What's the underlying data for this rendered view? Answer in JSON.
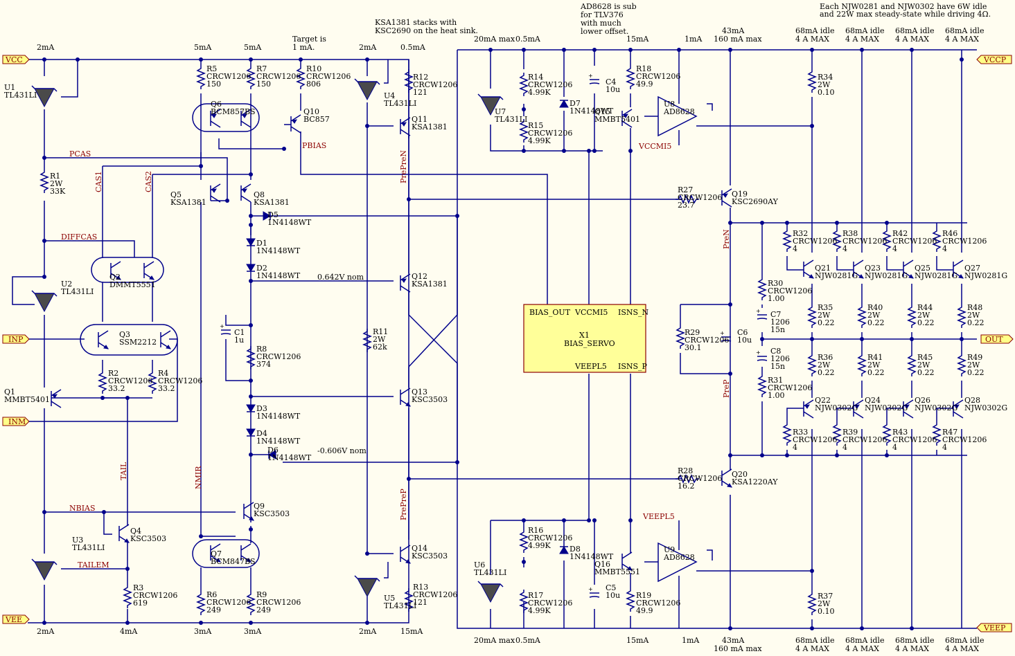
{
  "ports": {
    "vcc": "VCC",
    "vee": "VEE",
    "inp": "INP",
    "inm": "INM",
    "vccp": "VCCP",
    "veep": "VEEP",
    "out": "OUT"
  },
  "notes": {
    "ksa1381": "KSA1381 stacks with",
    "ksa1381b": "KSC2690 on the heat sink.",
    "target": "Target is",
    "target2": "1 mA.",
    "ad8628a": "AD8628 is sub",
    "ad8628b": "for TLV376",
    "ad8628c": "with much",
    "ad8628d": "lower offset.",
    "njw1": "Each NJW0281 and NJW0302 have 6W idle",
    "njw2": "and 22W max steady-state while driving 4Ω.",
    "v642": "0.642V nom",
    "v606": "-0.606V nom"
  },
  "currents": {
    "c2mA": "2mA",
    "c5mA": "5mA",
    "c05mA": "0.5mA",
    "c20max": "20mA max",
    "c15mA": "15mA",
    "c1mA": "1mA",
    "c43mA": "43mA",
    "c160": "160 mA max",
    "c68": "68mA idle",
    "c4A": "4 A MAX",
    "c4mA": "4mA",
    "c3mA": "3mA"
  },
  "nets": {
    "pcas": "PCAS",
    "cas1": "CAS1",
    "cas2": "CAS2",
    "diffcas": "DIFFCAS",
    "pbias": "PBIAS",
    "nbias": "NBIAS",
    "tailem": "TAILEM",
    "tail": "TAIL",
    "nmir": "NMIR",
    "preprep": "PrePreP",
    "prepren": "PrePreN",
    "pren": "PreN",
    "prep": "PreP",
    "vccmi5": "VCCMI5",
    "veepl5": "VEEPL5"
  },
  "block": {
    "ref": "X1",
    "name": "BIAS_SERVO",
    "p1": "BIAS_OUT",
    "p2": "VCCMI5",
    "p3": "ISNS_N",
    "p4": "VEEPL5",
    "p5": "ISNS_P"
  },
  "parts": {
    "U1": [
      "U1",
      "TL431LI"
    ],
    "U2": [
      "U2",
      "TL431LI"
    ],
    "U3": [
      "U3",
      "TL431LI"
    ],
    "U4": [
      "U4",
      "TL431LI"
    ],
    "U5": [
      "U5",
      "TL431LI"
    ],
    "U6": [
      "U6",
      "TL431LI"
    ],
    "U7": [
      "U7",
      "TL431LI"
    ],
    "U8": [
      "U8",
      "AD8628"
    ],
    "U9": [
      "U9",
      "AD8628"
    ],
    "R1": [
      "R1",
      "2W",
      "33K"
    ],
    "R2": [
      "R2",
      "CRCW1206",
      "33.2"
    ],
    "R3": [
      "R3",
      "CRCW1206",
      "619"
    ],
    "R4": [
      "R4",
      "CRCW1206",
      "33.2"
    ],
    "R5": [
      "R5",
      "CRCW1206",
      "150"
    ],
    "R6": [
      "R6",
      "CRCW1206",
      "249"
    ],
    "R7": [
      "R7",
      "CRCW1206",
      "150"
    ],
    "R8": [
      "R8",
      "CRCW1206",
      "374"
    ],
    "R9": [
      "R9",
      "CRCW1206",
      "249"
    ],
    "R10": [
      "R10",
      "CRCW1206",
      "806"
    ],
    "R11": [
      "R11",
      "2W",
      "62k"
    ],
    "R12": [
      "R12",
      "CRCW1206",
      "121"
    ],
    "R13": [
      "R13",
      "CRCW1206",
      "121"
    ],
    "R14": [
      "R14",
      "CRCW1206",
      "4.99K"
    ],
    "R15": [
      "R15",
      "CRCW1206",
      "4.99K"
    ],
    "R16": [
      "R16",
      "CRCW1206",
      "4.99K"
    ],
    "R17": [
      "R17",
      "CRCW1206",
      "4.99K"
    ],
    "R18": [
      "R18",
      "CRCW1206",
      "49.9"
    ],
    "R19": [
      "R19",
      "CRCW1206",
      "49.9"
    ],
    "R27": [
      "R27",
      "CRCW1206",
      "23.7"
    ],
    "R28": [
      "R28",
      "CRCW1206",
      "16.2"
    ],
    "R29": [
      "R29",
      "CRCW1206",
      "30.1"
    ],
    "R30": [
      "R30",
      "CRCW1206",
      "1.00"
    ],
    "R31": [
      "R31",
      "CRCW1206",
      "1.00"
    ],
    "R32": [
      "R32",
      "CRCW1206",
      "4"
    ],
    "R33": [
      "R33",
      "CRCW1206",
      "4"
    ],
    "R34": [
      "R34",
      "2W",
      "0.10"
    ],
    "R35": [
      "R35",
      "2W",
      "0.22"
    ],
    "R36": [
      "R36",
      "2W",
      "0.22"
    ],
    "R37": [
      "R37",
      "2W",
      "0.10"
    ],
    "R38": [
      "R38",
      "CRCW1206",
      "4"
    ],
    "R39": [
      "R39",
      "CRCW1206",
      "4"
    ],
    "R40": [
      "R40",
      "2W",
      "0.22"
    ],
    "R41": [
      "R41",
      "2W",
      "0.22"
    ],
    "R42": [
      "R42",
      "CRCW1206",
      "4"
    ],
    "R43": [
      "R43",
      "CRCW1206",
      "4"
    ],
    "R44": [
      "R44",
      "2W",
      "0.22"
    ],
    "R45": [
      "R45",
      "2W",
      "0.22"
    ],
    "R46": [
      "R46",
      "CRCW1206",
      "4"
    ],
    "R47": [
      "R47",
      "CRCW1206",
      "4"
    ],
    "R48": [
      "R48",
      "2W",
      "0.22"
    ],
    "R49": [
      "R49",
      "2W",
      "0.22"
    ],
    "C1": [
      "C1",
      "1u"
    ],
    "C4": [
      "C4",
      "10u"
    ],
    "C5": [
      "C5",
      "10u"
    ],
    "C6": [
      "C6",
      "10u"
    ],
    "C7": [
      "C7",
      "1206",
      "15n"
    ],
    "C8": [
      "C8",
      "1206",
      "15n"
    ],
    "D1": [
      "D1",
      "1N4148WT"
    ],
    "D2": [
      "D2",
      "1N4148WT"
    ],
    "D3": [
      "D3",
      "1N4148WT"
    ],
    "D4": [
      "D4",
      "1N4148WT"
    ],
    "D5": [
      "D5",
      "1N4148WT"
    ],
    "D6": [
      "D6",
      "1N4148WT"
    ],
    "D7": [
      "D7",
      "1N4148WT"
    ],
    "D8": [
      "D8",
      "1N4148WT"
    ],
    "Q1": [
      "Q1",
      "MMBT5401"
    ],
    "Q2": [
      "Q2",
      "DMMT5551"
    ],
    "Q3": [
      "Q3",
      "SSM2212"
    ],
    "Q4": [
      "Q4",
      "KSC3503"
    ],
    "Q5": [
      "Q5",
      "KSA1381"
    ],
    "Q6": [
      "Q6",
      "BCM857BS"
    ],
    "Q7": [
      "Q7",
      "BCM847BS"
    ],
    "Q8": [
      "Q8",
      "KSA1381"
    ],
    "Q9": [
      "Q9",
      "KSC3503"
    ],
    "Q10": [
      "Q10",
      "BC857"
    ],
    "Q11": [
      "Q11",
      "KSA1381"
    ],
    "Q12": [
      "Q12",
      "KSA1381"
    ],
    "Q13": [
      "Q13",
      "KSC3503"
    ],
    "Q14": [
      "Q14",
      "KSC3503"
    ],
    "Q15": [
      "Q15",
      "MMBT5401"
    ],
    "Q16": [
      "Q16",
      "MMBT5551"
    ],
    "Q19": [
      "Q19",
      "KSC2690AY"
    ],
    "Q20": [
      "Q20",
      "KSA1220AY"
    ],
    "Q21": [
      "Q21",
      "NJW0281G"
    ],
    "Q22": [
      "Q22",
      "NJW0302G"
    ],
    "Q23": [
      "Q23",
      "NJW0281G"
    ],
    "Q24": [
      "Q24",
      "NJW0302G"
    ],
    "Q25": [
      "Q25",
      "NJW0281G"
    ],
    "Q26": [
      "Q26",
      "NJW0302G"
    ],
    "Q27": [
      "Q27",
      "NJW0281G"
    ],
    "Q28": [
      "Q28",
      "NJW0302G"
    ]
  }
}
